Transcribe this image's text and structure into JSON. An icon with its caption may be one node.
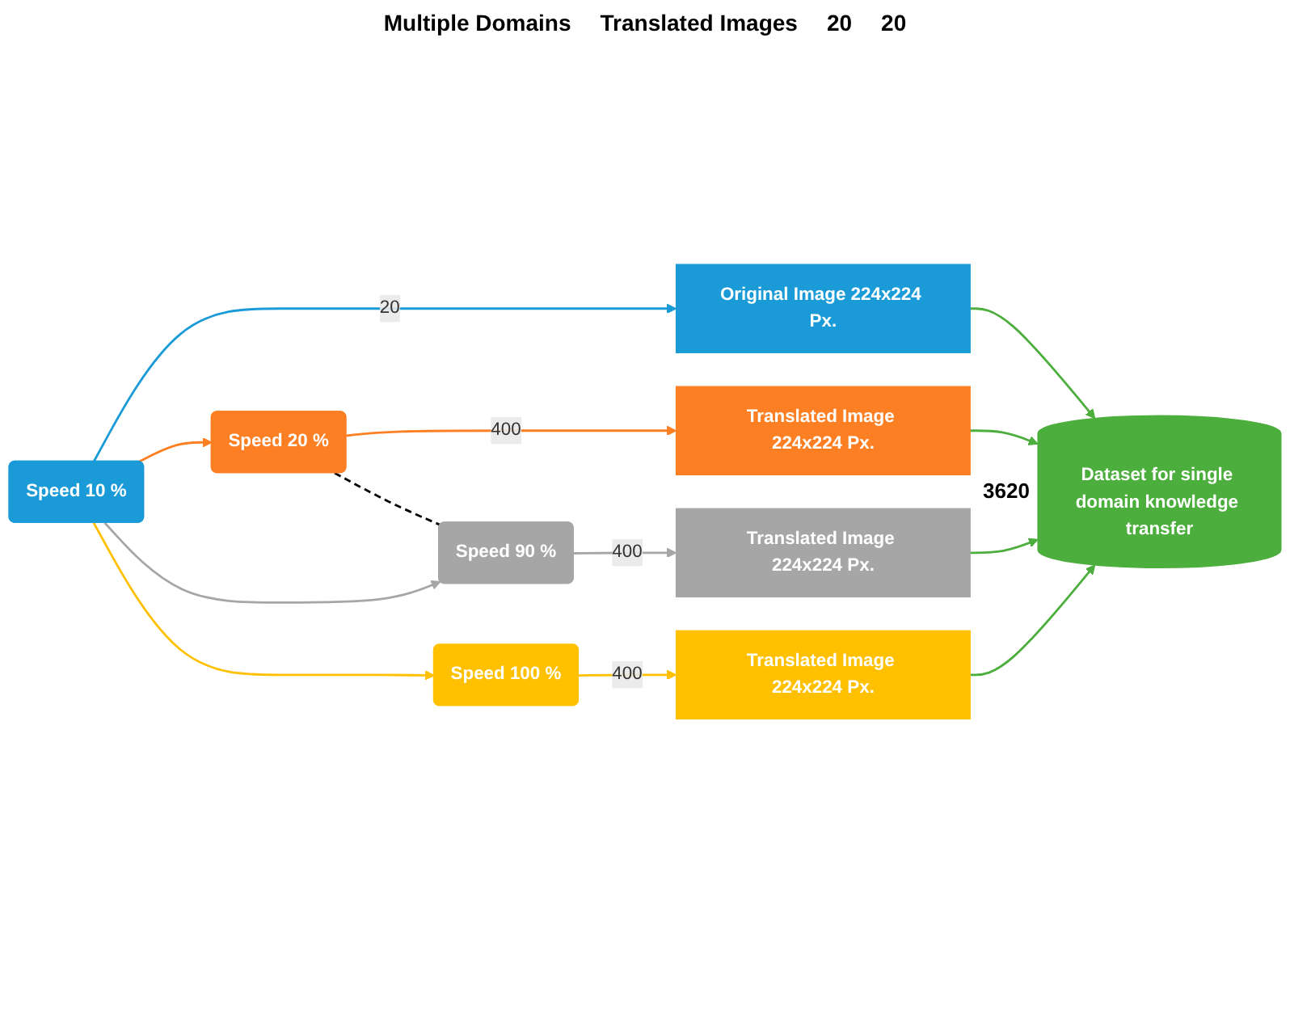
{
  "diagram": {
    "nodes": [
      {
        "text": [
          "Speed 10 %"
        ]
      },
      {
        "text": [
          "Speed 20 %"
        ]
      },
      {
        "text": [
          "Speed 90 %"
        ]
      },
      {
        "text": [
          "Speed 100 %"
        ]
      },
      {
        "text": [
          "Original Image 224x224 Px."
        ]
      },
      {
        "text": [
          "Translated Image 224x224 Px."
        ]
      },
      {
        "text": [
          "Translated Image 224x224 Px."
        ]
      },
      {
        "text": [
          "Translated Image 224x224 Px."
        ]
      },
      {
        "text": [
          "Dataset for single domain knowledge transfer"
        ],
        "beside": [
          "3620"
        ]
      }
    ],
    "edges": [
      {
        "from": 0,
        "to": 4,
        "arrow": "to",
        "label": "20",
        "color": "#1a9bd7"
      },
      {
        "from": 0,
        "to": 1,
        "arrow": "to",
        "color": "#fd7f23"
      },
      {
        "from": 0,
        "to": 2,
        "arrow": "to",
        "color": "#a6a6a6"
      },
      {
        "from": 0,
        "to": 3,
        "arrow": "to",
        "color": "#ffc000"
      },
      {
        "from": 1,
        "to": 5,
        "arrow": "to",
        "label": "400",
        "color": "#fd7f23"
      },
      {
        "from": 2,
        "to": 6,
        "arrow": "to",
        "label": "400",
        "color": "#a6a6a6"
      },
      {
        "from": 3,
        "to": 7,
        "arrow": "to",
        "label": "400",
        "color": "#ffc000"
      },
      {
        "from": 4,
        "to": 8,
        "arrow": "to"
      },
      {
        "from": 5,
        "to": 8,
        "arrow": "to"
      },
      {
        "from": 6,
        "to": 8,
        "arrow": "to"
      },
      {
        "from": 7,
        "to": 8,
        "arrow": "to"
      },
      {
        "from": 1,
        "to": 2,
        "arrow": "none",
        "style": "dashed",
        "color": "#000000"
      }
    ],
    "labels": [
      "Multiple Domains",
      "Translated Images",
      "20",
      "20"
    ]
  }
}
